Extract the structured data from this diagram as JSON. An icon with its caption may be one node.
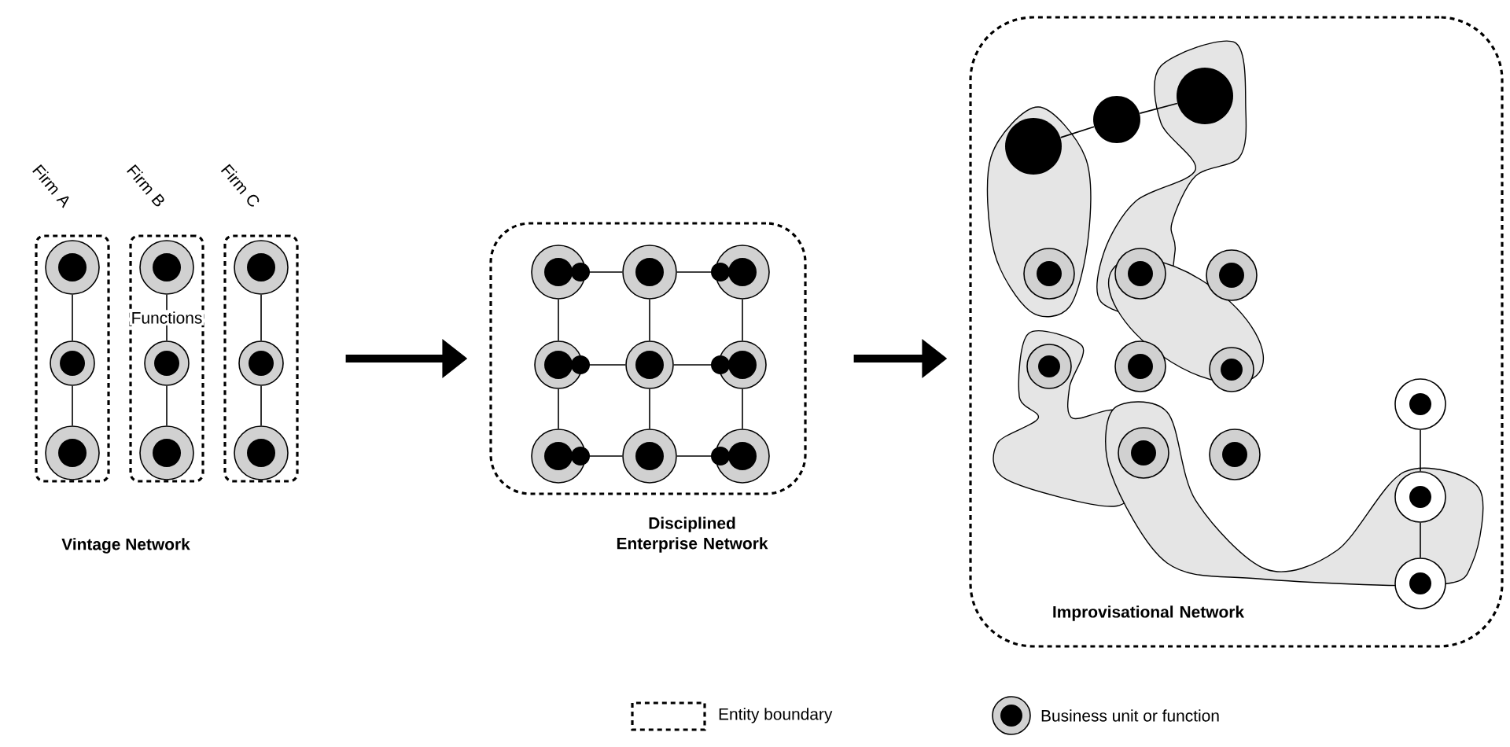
{
  "diagram": {
    "nodes": [
      {
        "text": [
          "Firm A"
        ]
      },
      {
        "text": [],
        "shape": "circle",
        "in": 0
      },
      {
        "text": [],
        "shape": "circle",
        "in": 0
      },
      {
        "text": [],
        "shape": "circle",
        "in": 0
      },
      {
        "text": [
          "Firm B"
        ]
      },
      {
        "text": [],
        "shape": "circle",
        "in": 4
      },
      {
        "text": [],
        "shape": "circle",
        "in": 4
      },
      {
        "text": [],
        "shape": "circle",
        "in": 4
      },
      {
        "text": [
          "Firm C"
        ]
      },
      {
        "text": [],
        "shape": "circle",
        "in": 8
      },
      {
        "text": [],
        "shape": "circle",
        "in": 8
      },
      {
        "text": [],
        "shape": "circle",
        "in": 8
      },
      {
        "text": [
          "Disciplined Enterprise Network"
        ]
      },
      {
        "text": [],
        "shape": "circle",
        "in": 12
      },
      {
        "text": [],
        "shape": "circle",
        "in": 12
      },
      {
        "text": [],
        "shape": "circle",
        "in": 12
      },
      {
        "text": [],
        "shape": "circle",
        "in": 12
      },
      {
        "text": [],
        "shape": "circle",
        "in": 12
      },
      {
        "text": [],
        "shape": "circle",
        "in": 12
      },
      {
        "text": [],
        "shape": "circle",
        "in": 12
      },
      {
        "text": [],
        "shape": "circle",
        "in": 12
      },
      {
        "text": [],
        "shape": "circle",
        "in": 12
      },
      {
        "text": [
          "Improvisational Network"
        ]
      },
      {
        "text": [],
        "shape": "dot",
        "in": 22
      },
      {
        "text": [],
        "shape": "dot",
        "in": 22
      },
      {
        "text": [],
        "shape": "dot",
        "in": 22
      },
      {
        "text": [],
        "shape": "circle",
        "in": 22
      },
      {
        "text": [],
        "shape": "circle",
        "in": 22
      },
      {
        "text": [],
        "shape": "circle",
        "in": 22
      },
      {
        "text": [],
        "shape": "circle",
        "in": 22
      },
      {
        "text": [],
        "shape": "circle",
        "in": 22
      },
      {
        "text": [],
        "shape": "circle",
        "in": 22
      },
      {
        "text": [],
        "shape": "circle",
        "in": 22
      },
      {
        "text": [],
        "shape": "circle",
        "in": 22
      },
      {
        "text": [],
        "shape": "ring",
        "in": 22
      },
      {
        "text": [],
        "shape": "ring",
        "in": 22
      },
      {
        "text": [],
        "shape": "ring",
        "in": 22
      }
    ],
    "edges": [
      {
        "from": 1,
        "to": 2,
        "arrow": "none"
      },
      {
        "from": 2,
        "to": 3,
        "arrow": "none"
      },
      {
        "from": 5,
        "to": 6,
        "arrow": "none"
      },
      {
        "from": 6,
        "to": 7,
        "arrow": "none"
      },
      {
        "from": 9,
        "to": 10,
        "arrow": "none"
      },
      {
        "from": 10,
        "to": 11,
        "arrow": "none"
      },
      {
        "from": 8,
        "to": 12,
        "arrow": "to",
        "style": "thick"
      },
      {
        "from": 13,
        "to": 14,
        "arrow": "none"
      },
      {
        "from": 14,
        "to": 15,
        "arrow": "none"
      },
      {
        "from": 16,
        "to": 17,
        "arrow": "none"
      },
      {
        "from": 17,
        "to": 18,
        "arrow": "none"
      },
      {
        "from": 19,
        "to": 20,
        "arrow": "none"
      },
      {
        "from": 20,
        "to": 21,
        "arrow": "none"
      },
      {
        "from": 13,
        "to": 16,
        "arrow": "none"
      },
      {
        "from": 16,
        "to": 19,
        "arrow": "none"
      },
      {
        "from": 14,
        "to": 17,
        "arrow": "none"
      },
      {
        "from": 17,
        "to": 20,
        "arrow": "none"
      },
      {
        "from": 15,
        "to": 18,
        "arrow": "none"
      },
      {
        "from": 18,
        "to": 21,
        "arrow": "none"
      },
      {
        "from": 12,
        "to": 22,
        "arrow": "to",
        "style": "thick"
      },
      {
        "from": 23,
        "to": 24,
        "arrow": "none"
      },
      {
        "from": 24,
        "to": 25,
        "arrow": "none"
      },
      {
        "from": 34,
        "to": 35,
        "arrow": "none"
      },
      {
        "from": 35,
        "to": 36,
        "arrow": "none"
      }
    ],
    "labels": [
      "Functions",
      "Vintage Network"
    ],
    "legend": [
      {
        "text": "Entity boundary"
      },
      {
        "text": "Business unit or function"
      }
    ]
  }
}
